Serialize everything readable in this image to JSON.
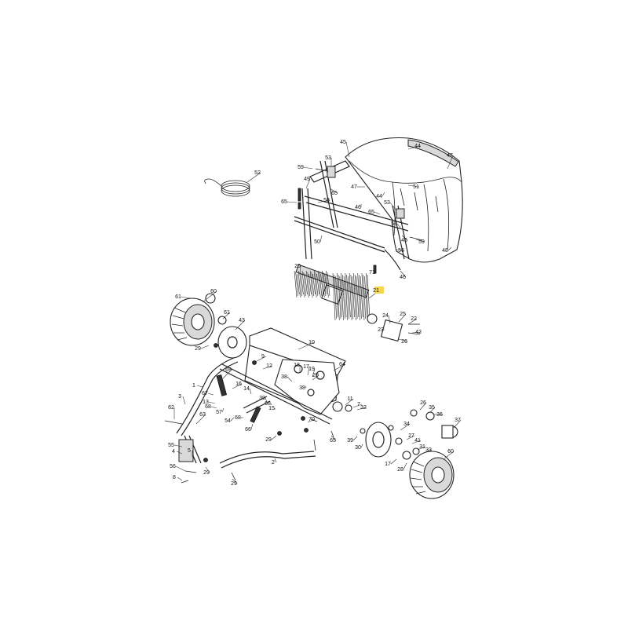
{
  "highlight_color": "#f6d64a",
  "line_color": "#222222",
  "callouts": [
    {
      "id": "c45a",
      "text": "45"
    },
    {
      "id": "c44a",
      "text": "44"
    },
    {
      "id": "c47a",
      "text": "47"
    },
    {
      "id": "c53a",
      "text": "53"
    },
    {
      "id": "c59a",
      "text": "59"
    },
    {
      "id": "c52",
      "text": "52"
    },
    {
      "id": "c49",
      "text": "49"
    },
    {
      "id": "c65a",
      "text": "65"
    },
    {
      "id": "c58a",
      "text": "58"
    },
    {
      "id": "c47b",
      "text": "47"
    },
    {
      "id": "c51",
      "text": "51"
    },
    {
      "id": "c46a",
      "text": "46"
    },
    {
      "id": "c44b",
      "text": "44"
    },
    {
      "id": "c53b",
      "text": "53"
    },
    {
      "id": "c65b",
      "text": "65"
    },
    {
      "id": "c65c",
      "text": "65"
    },
    {
      "id": "c58b",
      "text": "58"
    },
    {
      "id": "c50",
      "text": "50"
    },
    {
      "id": "c45b",
      "text": "45"
    },
    {
      "id": "c59b",
      "text": "59"
    },
    {
      "id": "c48",
      "text": "48"
    },
    {
      "id": "c56a",
      "text": "56"
    },
    {
      "id": "c71",
      "text": "71"
    },
    {
      "id": "c46b",
      "text": "46"
    },
    {
      "id": "c20",
      "text": "20"
    },
    {
      "id": "c21",
      "text": "21"
    },
    {
      "id": "c61a",
      "text": "61"
    },
    {
      "id": "c60a",
      "text": "60"
    },
    {
      "id": "c61b",
      "text": "61"
    },
    {
      "id": "c43",
      "text": "43"
    },
    {
      "id": "c29a",
      "text": "29"
    },
    {
      "id": "c10",
      "text": "10"
    },
    {
      "id": "c24",
      "text": "24"
    },
    {
      "id": "c25",
      "text": "25"
    },
    {
      "id": "c22",
      "text": "22"
    },
    {
      "id": "c23",
      "text": "23"
    },
    {
      "id": "c42",
      "text": "42"
    },
    {
      "id": "c26a",
      "text": "26"
    },
    {
      "id": "c9",
      "text": "9"
    },
    {
      "id": "c12",
      "text": "12"
    },
    {
      "id": "c64",
      "text": "64"
    },
    {
      "id": "c18",
      "text": "18"
    },
    {
      "id": "c17",
      "text": "17"
    },
    {
      "id": "c19",
      "text": "19"
    },
    {
      "id": "c29b",
      "text": "29"
    },
    {
      "id": "c38a",
      "text": "38"
    },
    {
      "id": "c38b",
      "text": "38"
    },
    {
      "id": "c69",
      "text": "69"
    },
    {
      "id": "c1",
      "text": "1"
    },
    {
      "id": "c16",
      "text": "16"
    },
    {
      "id": "c67",
      "text": "67"
    },
    {
      "id": "c14",
      "text": "14"
    },
    {
      "id": "c39a",
      "text": "39"
    },
    {
      "id": "c68a",
      "text": "68"
    },
    {
      "id": "c15",
      "text": "15"
    },
    {
      "id": "c13",
      "text": "13"
    },
    {
      "id": "c68b",
      "text": "68"
    },
    {
      "id": "c3",
      "text": "3"
    },
    {
      "id": "c57",
      "text": "57"
    },
    {
      "id": "c11",
      "text": "11"
    },
    {
      "id": "c7",
      "text": "7"
    },
    {
      "id": "c32",
      "text": "32"
    },
    {
      "id": "c62",
      "text": "62"
    },
    {
      "id": "c63",
      "text": "63"
    },
    {
      "id": "c68c",
      "text": "68"
    },
    {
      "id": "c54",
      "text": "54"
    },
    {
      "id": "c66",
      "text": "66"
    },
    {
      "id": "c70",
      "text": "70"
    },
    {
      "id": "c55",
      "text": "55"
    },
    {
      "id": "c4",
      "text": "4"
    },
    {
      "id": "c5",
      "text": "5"
    },
    {
      "id": "c29c",
      "text": "29"
    },
    {
      "id": "c65d",
      "text": "65"
    },
    {
      "id": "c39b",
      "text": "39"
    },
    {
      "id": "c30",
      "text": "30"
    },
    {
      "id": "c2",
      "text": "2"
    },
    {
      "id": "c56b",
      "text": "56"
    },
    {
      "id": "c29d",
      "text": "29"
    },
    {
      "id": "c8",
      "text": "8"
    },
    {
      "id": "c29e",
      "text": "29"
    },
    {
      "id": "c36",
      "text": "36"
    },
    {
      "id": "c26b",
      "text": "26"
    },
    {
      "id": "c35",
      "text": "35"
    },
    {
      "id": "c37",
      "text": "37"
    },
    {
      "id": "c34",
      "text": "34"
    },
    {
      "id": "c27",
      "text": "27"
    },
    {
      "id": "c41",
      "text": "41"
    },
    {
      "id": "c31",
      "text": "31"
    },
    {
      "id": "c33",
      "text": "33"
    },
    {
      "id": "c17b",
      "text": "17"
    },
    {
      "id": "c60b",
      "text": "60"
    },
    {
      "id": "c28",
      "text": "28"
    }
  ]
}
